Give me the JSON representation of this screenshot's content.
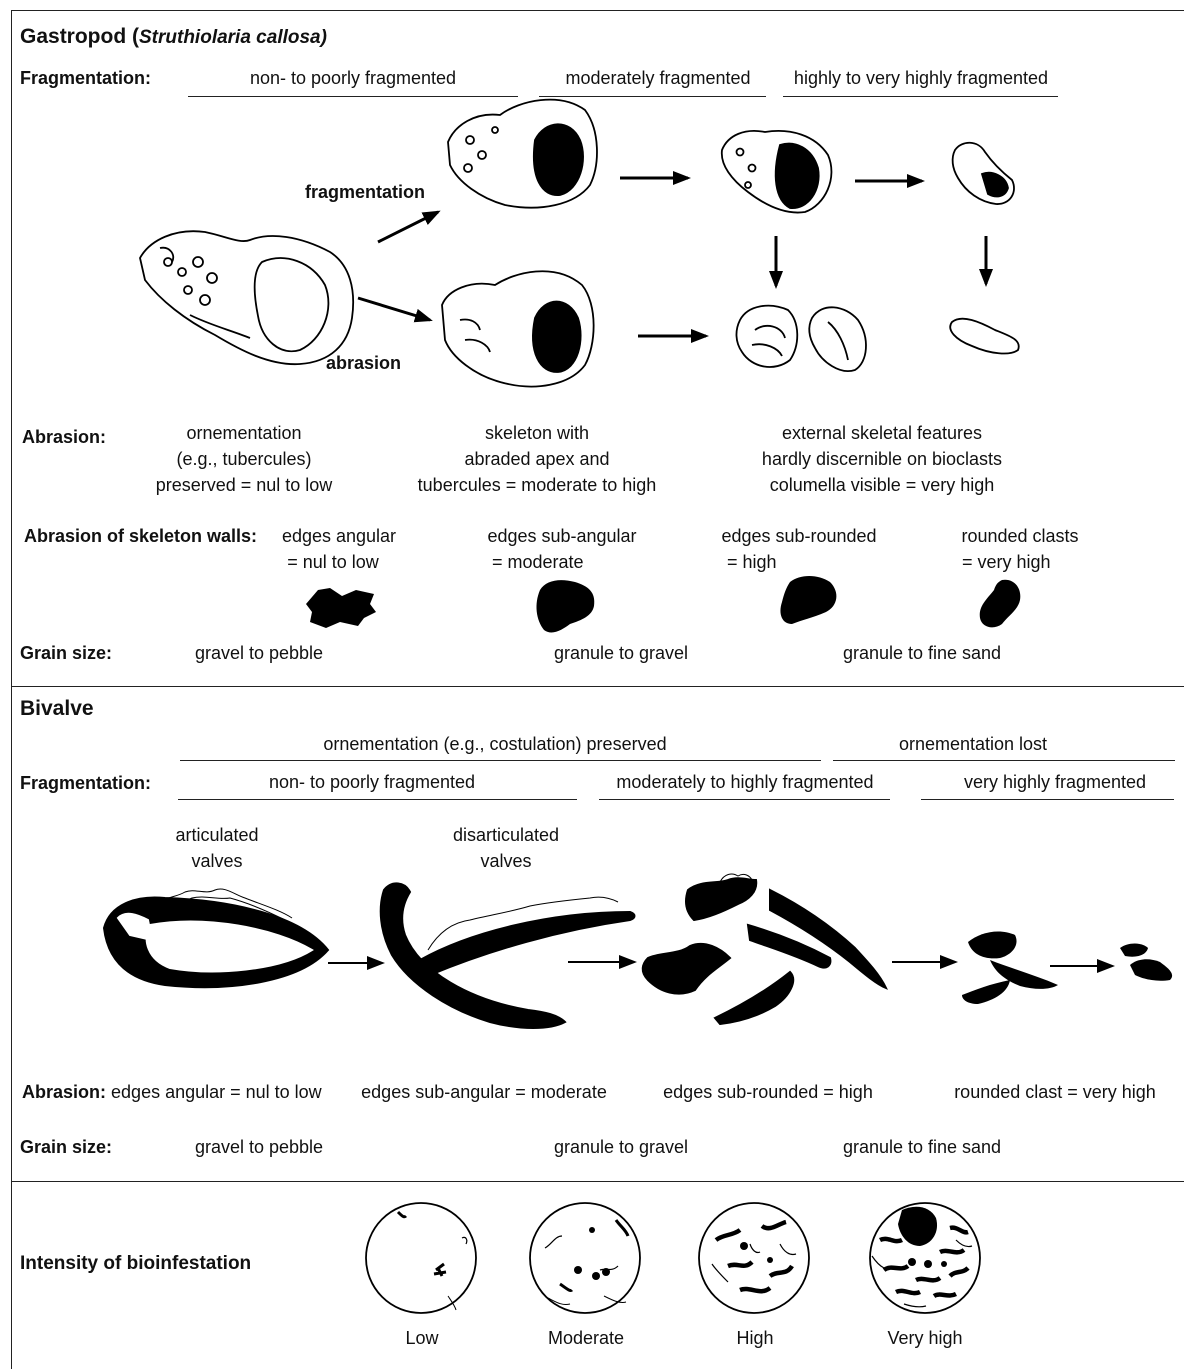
{
  "gastropod": {
    "title_prefix": "Gastropod (",
    "title_species": "Struthiolaria callosa)",
    "fragmentation_label": "Fragmentation:",
    "frag_classes": [
      "non- to poorly fragmented",
      "moderately fragmented",
      "highly to very highly fragmented"
    ],
    "arrow_fragmentation": "fragmentation",
    "arrow_abrasion": "abrasion",
    "abrasion_label": "Abrasion:",
    "abrasion_desc": [
      [
        "ornementation",
        "(e.g., tubercules)",
        "preserved = nul to low"
      ],
      [
        "skeleton with",
        "abraded apex and",
        "tubercules = moderate to high"
      ],
      [
        "external skeletal features",
        "hardly discernible on bioclasts",
        "columella visible = very high"
      ]
    ],
    "walls_label": "Abrasion of skeleton walls:",
    "walls": [
      [
        "edges angular",
        "= nul to low"
      ],
      [
        "edges sub-angular",
        "= moderate"
      ],
      [
        "edges sub-rounded",
        "= high"
      ],
      [
        "rounded clasts",
        "= very high"
      ]
    ],
    "grain_label": "Grain size:",
    "grain": [
      "gravel to pebble",
      "granule to gravel",
      "granule to fine sand"
    ]
  },
  "bivalve": {
    "title": "Bivalve",
    "ornament": [
      "ornementation (e.g., costulation) preserved",
      "ornementation lost"
    ],
    "fragmentation_label": "Fragmentation:",
    "frag_classes": [
      "non- to poorly fragmented",
      "moderately to highly fragmented",
      "very highly fragmented"
    ],
    "articulated": [
      "articulated",
      "valves"
    ],
    "disarticulated": [
      "disarticulated",
      "valves"
    ],
    "abrasion_label": "Abrasion:",
    "abrasion": [
      "edges angular = nul to low",
      "edges sub-angular = moderate",
      "edges sub-rounded = high",
      "rounded clast = very high"
    ],
    "grain_label": "Grain size:",
    "grain": [
      "gravel to pebble",
      "granule to gravel",
      "granule to fine sand"
    ]
  },
  "bioinfestation": {
    "label": "Intensity of bioinfestation",
    "levels": [
      "Low",
      "Moderate",
      "High",
      "Very high"
    ]
  }
}
